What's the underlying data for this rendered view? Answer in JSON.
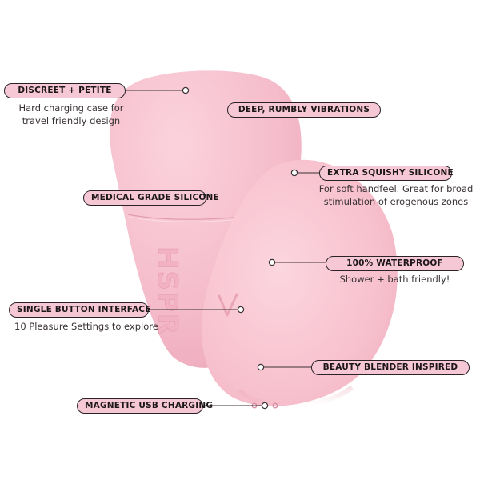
{
  "callouts": {
    "discreet": {
      "title": "DISCREET + PETITE",
      "desc_1": "Hard charging case for",
      "desc_2": "travel friendly design"
    },
    "vibrations": {
      "title": "DEEP, RUMBLY VIBRATIONS"
    },
    "squishy": {
      "title": "EXTRA SQUISHY SILICONE",
      "desc_1": "For soft handfeel. Great for broad",
      "desc_2": "stimulation of erogenous zones"
    },
    "medical": {
      "title": "MEDICAL GRADE SILICONE"
    },
    "waterproof": {
      "title": "100% WATERPROOF",
      "desc_1": "Shower + bath friendly!"
    },
    "button": {
      "title": "SINGLE BUTTON INTERFACE",
      "desc_1": "10 Pleasure Settings to explore"
    },
    "blender": {
      "title": "BEAUTY BLENDER INSPIRED"
    },
    "charging": {
      "title": "MAGNETIC USB CHARGING"
    }
  },
  "product": {
    "case_logo": "HSPR"
  },
  "colors": {
    "pill_fill": "#f6c8d6",
    "pill_border": "#2a2227",
    "product_pink": "#f7bfcd",
    "leader_line": "#3a3236"
  }
}
